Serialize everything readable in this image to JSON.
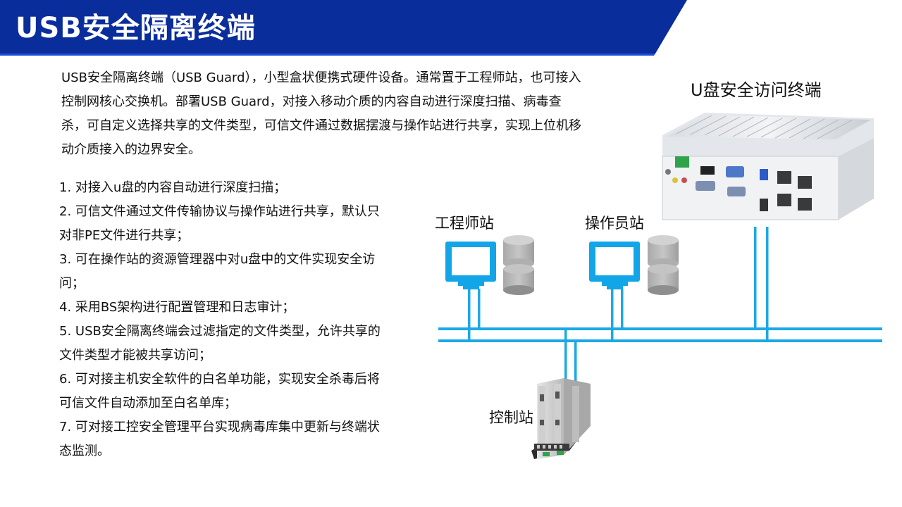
{
  "header": {
    "title": "USB安全隔离终端",
    "colors": {
      "banner": "#0A2D9C",
      "accent_stripe": "#1E4FD8"
    }
  },
  "intro": {
    "text": "USB安全隔离终端（USB Guard），小型盒状便携式硬件设备。通常置于工程师站，也可接入控制网核心交换机。部署USB Guard，对接入移动介质的内容自动进行深度扫描、病毒查杀，可自定义选择共享的文件类型，可信文件通过数据摆渡与操作站进行共享，实现上位机移动介质接入的边界安全。"
  },
  "features": [
    "1. 对接入u盘的内容自动进行深度扫描；",
    "2. 可信文件通过文件传输协议与操作站进行共享，默认只对非PE文件进行共享；",
    "3. 可在操作站的资源管理器中对u盘中的文件实现安全访问；",
    "4. 采用BS架构进行配置管理和日志审计；",
    "5. USB安全隔离终端会过滤指定的文件类型，允许共享的文件类型才能被共享访问；",
    "6. 可对接主机安全软件的白名单功能，实现安全杀毒后将可信文件自动添加至白名单库；",
    "7. 可对接工控安全管理平台实现病毒库集中更新与终端状态监测。"
  ],
  "diagram": {
    "device_label": "U盘安全访问终端",
    "nodes": {
      "engineer_station": "工程师站",
      "operator_station": "操作员站",
      "control_station": "控制站"
    },
    "colors": {
      "network_line": "#1CA8E6",
      "monitor": "#12A5E8",
      "disk": "#B5B5B5"
    }
  }
}
